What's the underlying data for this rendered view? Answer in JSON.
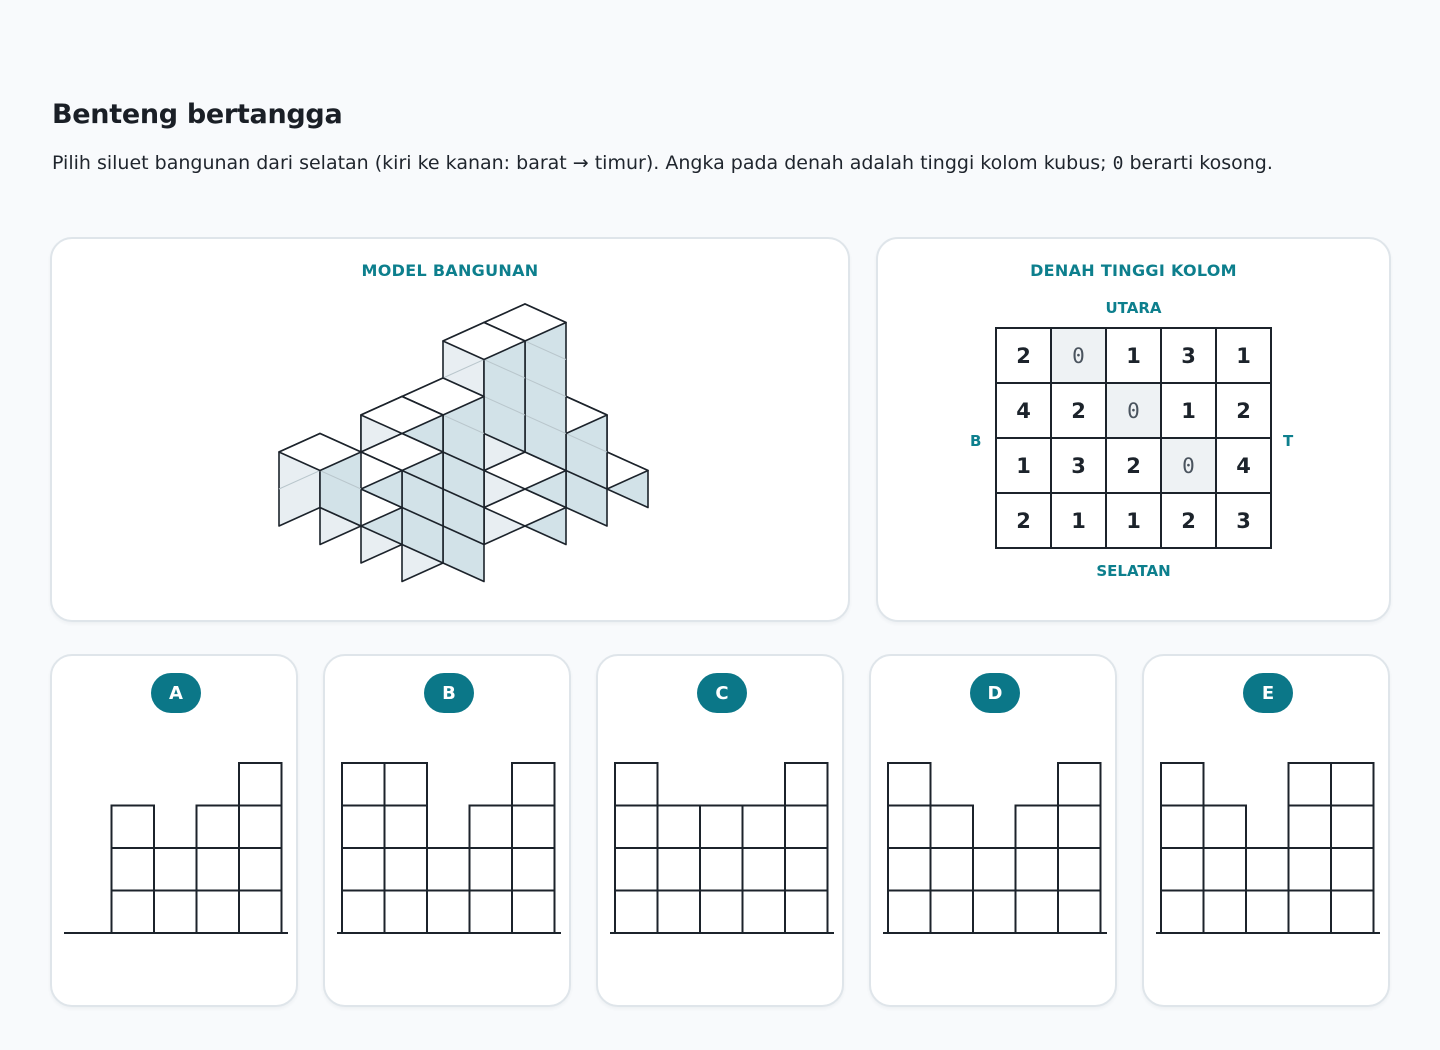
{
  "page": {
    "title": "Benteng bertangga",
    "instructions_before": "Pilih siluet bangunan dari selatan (kiri ke kanan: barat → timur). Angka pada denah adalah tinggi kolom kubus; ",
    "instructions_code": "0",
    "instructions_after": " berarti kosong."
  },
  "model": {
    "title": "MODEL BANGUNAN"
  },
  "plan": {
    "title": "DENAH TINGGI KOLOM",
    "north": "UTARA",
    "south": "SELATAN",
    "west": "B",
    "east": "T",
    "rows": [
      [
        "2",
        "0",
        "1",
        "3",
        "1"
      ],
      [
        "4",
        "2",
        "0",
        "1",
        "2"
      ],
      [
        "1",
        "3",
        "2",
        "0",
        "4"
      ],
      [
        "2",
        "1",
        "1",
        "2",
        "3"
      ]
    ]
  },
  "options": [
    {
      "label": "A",
      "heights": [
        0,
        3,
        2,
        3,
        4
      ]
    },
    {
      "label": "B",
      "heights": [
        4,
        4,
        2,
        3,
        4
      ]
    },
    {
      "label": "C",
      "heights": [
        4,
        3,
        3,
        3,
        4
      ]
    },
    {
      "label": "D",
      "heights": [
        4,
        3,
        2,
        3,
        4
      ]
    },
    {
      "label": "E",
      "heights": [
        4,
        3,
        2,
        4,
        4
      ]
    }
  ],
  "colors": {
    "accent": "#0d7f8d",
    "badge": "#0b7788",
    "cube_top": "#ffffff",
    "cube_left": "#e8eef2",
    "cube_right": "#d2e2e8",
    "stroke": "#1c232b",
    "empty_cell": "#eef2f4"
  }
}
